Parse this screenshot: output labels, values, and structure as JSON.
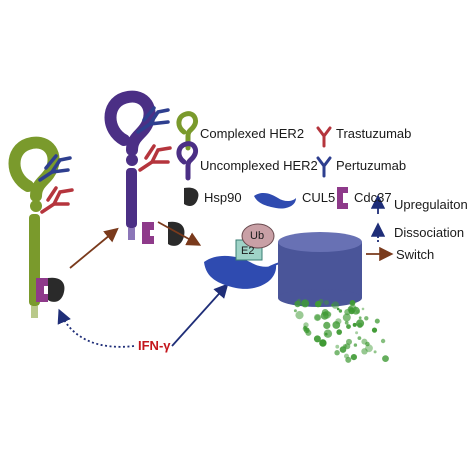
{
  "legend": {
    "complexed_her2": "Complexed HER2",
    "uncomplexed_her2": "Uncomplexed HER2",
    "trastuzumab": "Trastuzumab",
    "pertuzumab": "Pertuzumab",
    "hsp90": "Hsp90",
    "cul5": "CUL5",
    "cdc37": "Cdc37",
    "upregulation": "Upregulaiton",
    "dissociation": "Dissociation",
    "switch": "Switch"
  },
  "labels": {
    "ifn": "IFN-γ",
    "ub": "Ub",
    "e2": "E2"
  },
  "colors": {
    "complexed_her2": "#7a9a2c",
    "uncomplexed_her2": "#4b2f85",
    "trastuzumab": "#b5353d",
    "pertuzumab": "#2e3f8f",
    "hsp90": "#2a2a2a",
    "cul5": "#2f4bb0",
    "cdc37": "#8e3a8a",
    "proteasome": "#4a5599",
    "ub": "#c9a0a6",
    "e2": "#9fd3c7",
    "arrow_up": "#1f2e78",
    "arrow_switch": "#7a3a1c",
    "ifn": "#c4161c",
    "fragments": "#3f9a34"
  }
}
